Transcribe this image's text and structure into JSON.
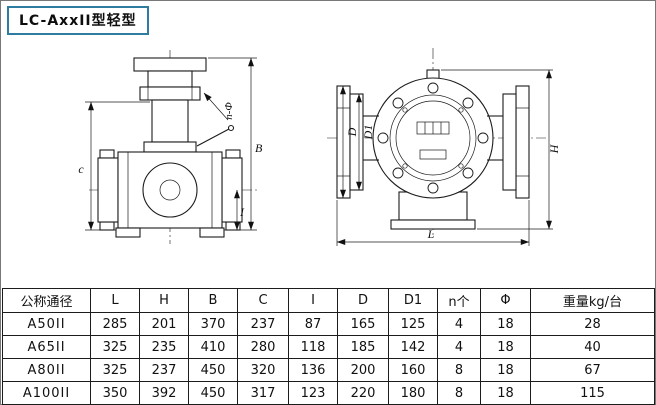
{
  "page": {
    "title": "LC-AxxII型轻型"
  },
  "colors": {
    "accent_border": "#2e7da0",
    "line": "#1b1b1b"
  },
  "drawings": {
    "front_view": {
      "dim_c": "c",
      "dim_b": "B",
      "dim_i": "I",
      "bolt_note": "n-Φ"
    },
    "side_view": {
      "dim_d": "D",
      "dim_d1": "D1",
      "dim_h": "H",
      "dim_l": "L"
    }
  },
  "table": {
    "headers": [
      "公称通径",
      "L",
      "H",
      "B",
      "C",
      "I",
      "D",
      "D1",
      "n个",
      "Φ",
      "重量kg/台"
    ],
    "rows": [
      [
        "A50II",
        "285",
        "201",
        "370",
        "237",
        "87",
        "165",
        "125",
        "4",
        "18",
        "28"
      ],
      [
        "A65II",
        "325",
        "235",
        "410",
        "280",
        "118",
        "185",
        "142",
        "4",
        "18",
        "40"
      ],
      [
        "A80II",
        "325",
        "237",
        "450",
        "320",
        "136",
        "200",
        "160",
        "8",
        "18",
        "67"
      ],
      [
        "A100II",
        "350",
        "392",
        "450",
        "317",
        "123",
        "220",
        "180",
        "8",
        "18",
        "115"
      ]
    ]
  }
}
